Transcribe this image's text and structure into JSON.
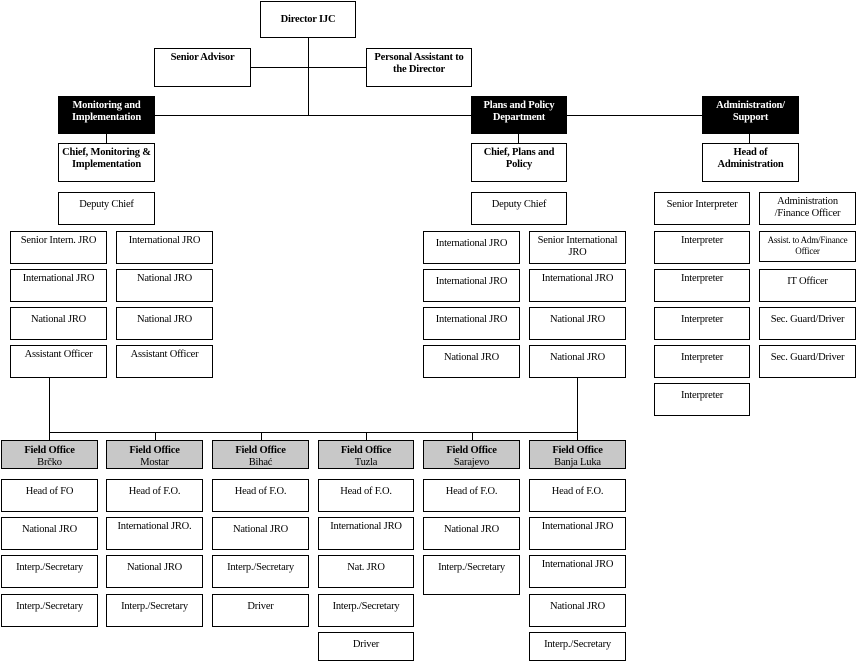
{
  "chart": {
    "director": "Director IJC",
    "senior_advisor": "Senior Advisor",
    "personal_assistant": "Personal Assistant to the Director",
    "departments": {
      "monitoring": {
        "title": "Monitoring and Implementation",
        "chief": "Chief, Monitoring & Implementation",
        "deputy": "Deputy Chief",
        "col1": [
          "Senior Intern. JRO",
          "International JRO",
          "National JRO",
          "Assistant Officer"
        ],
        "col2": [
          "International JRO",
          "National JRO",
          "National JRO",
          "Assistant Officer"
        ]
      },
      "plans": {
        "title": "Plans and Policy Department",
        "chief": "Chief, Plans and Policy",
        "deputy": "Deputy Chief",
        "col1": [
          "International JRO",
          "International JRO",
          "International JRO",
          "National JRO"
        ],
        "col2": [
          "Senior International JRO",
          "International JRO",
          "National JRO",
          "National JRO"
        ]
      },
      "admin": {
        "title": "Administration/ Support",
        "head": "Head of Administration",
        "col1": [
          "Senior Interpreter",
          "Interpreter",
          "Interpreter",
          "Interpreter",
          "Interpreter",
          "Interpreter"
        ],
        "col2": [
          "Administration /Finance Officer",
          "Assist. to Adm/Finance Officer",
          "IT Officer",
          "Sec. Guard/Driver",
          "Sec. Guard/Driver"
        ]
      }
    },
    "field_offices": [
      {
        "label": "Field Office",
        "city": "Brčko",
        "staff": [
          "Head of FO",
          "National JRO",
          "Interp./Secretary",
          "Interp./Secretary"
        ]
      },
      {
        "label": "Field Office",
        "city": "Mostar",
        "staff": [
          "Head of F.O.",
          "International JRO.",
          "National JRO",
          "Interp./Secretary"
        ]
      },
      {
        "label": "Field Office",
        "city": "Bihać",
        "staff": [
          "Head of F.O.",
          "National JRO",
          "Interp./Secretary",
          "Driver"
        ]
      },
      {
        "label": "Field Office",
        "city": "Tuzla",
        "staff": [
          "Head of F.O.",
          "International JRO",
          "Nat. JRO",
          "Interp./Secretary",
          "Driver"
        ]
      },
      {
        "label": "Field Office",
        "city": "Sarajevo",
        "staff": [
          "Head of F.O.",
          "National JRO",
          "Interp./Secretary"
        ]
      },
      {
        "label": "Field Office",
        "city": "Banja Luka",
        "staff": [
          "Head of F.O.",
          "International JRO",
          "International JRO",
          "National JRO",
          "Interp./Secretary"
        ]
      }
    ]
  }
}
